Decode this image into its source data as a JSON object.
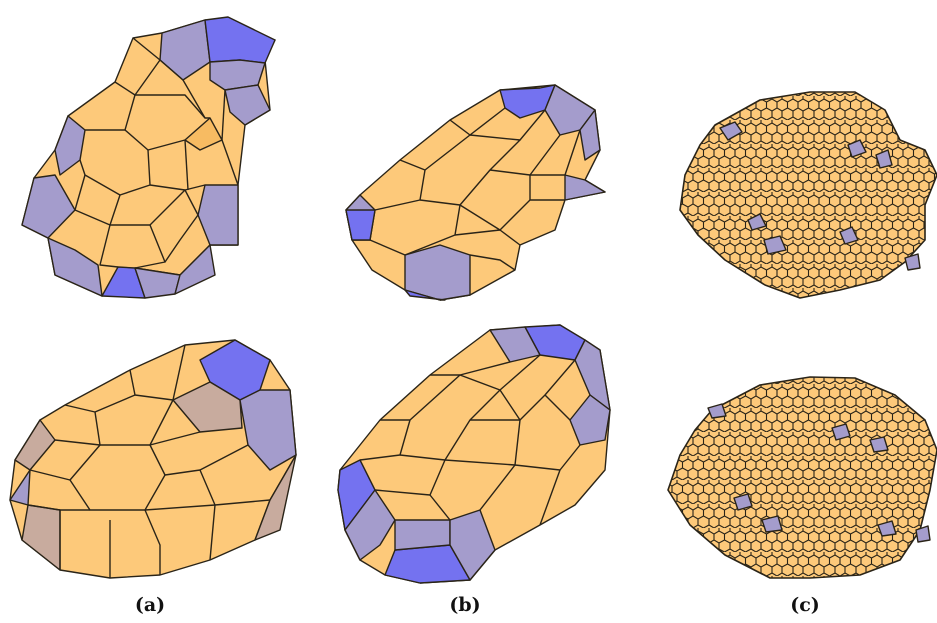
{
  "panels": [
    {
      "id": "a",
      "caption": "(a)"
    },
    {
      "id": "b",
      "caption": "(b)"
    },
    {
      "id": "c",
      "caption": "(c)"
    }
  ],
  "colors": {
    "hexagon_face": "#fdc97a",
    "pentagon_face": "#a49ccc",
    "highlighted_face": "#7472f0",
    "edge": "#2a2418"
  }
}
